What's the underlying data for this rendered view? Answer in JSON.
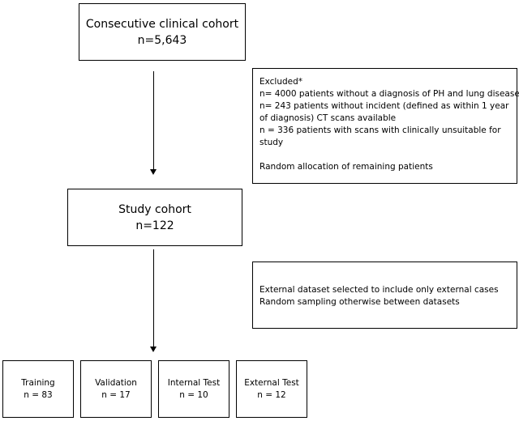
{
  "cohort": {
    "title": "Consecutive clinical cohort",
    "count": "n=5,643"
  },
  "exclusion": {
    "heading": "Excluded*",
    "lines": [
      "n= 4000 patients without a diagnosis of PH and lung disease",
      "n= 243 patients without incident (defined as within 1 year",
      "of diagnosis) CT scans available",
      "n = 336 patients with scans with clinically unsuitable for",
      "study",
      "",
      "Random allocation of remaining patients"
    ]
  },
  "study": {
    "title": "Study cohort",
    "count": "n=122"
  },
  "sampling": {
    "lines": [
      "External dataset selected to include only external cases",
      "Random sampling otherwise between datasets"
    ]
  },
  "splits": [
    {
      "label": "Training",
      "count": "n = 83"
    },
    {
      "label": "Validation",
      "count": "n = 17"
    },
    {
      "label": "Internal Test",
      "count": "n = 10"
    },
    {
      "label": "External Test",
      "count": "n = 12"
    }
  ]
}
